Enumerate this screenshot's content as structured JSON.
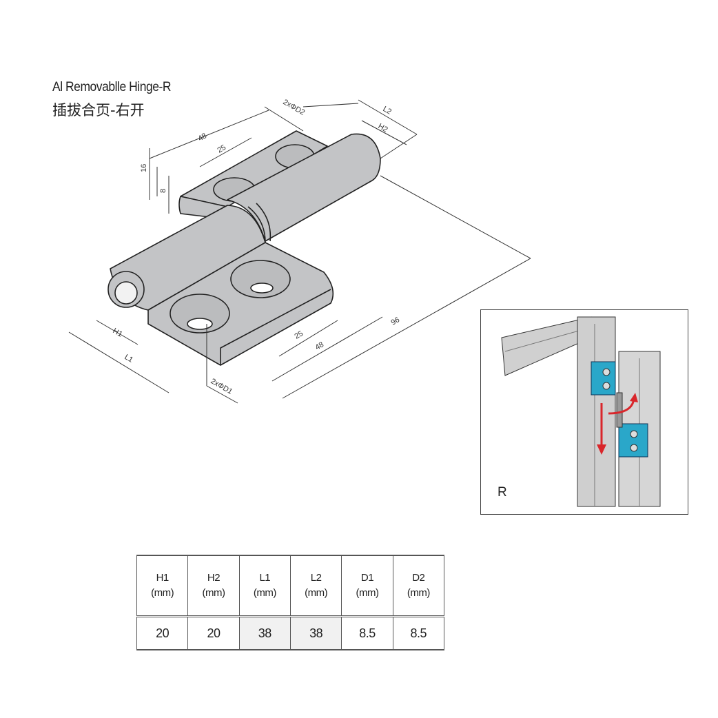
{
  "title": {
    "english": "Al Removablle Hinge-R",
    "chinese": "插拔合页-右开"
  },
  "dimensions": {
    "top_48": "48",
    "top_25": "25",
    "height_16": "16",
    "height_8": "8",
    "hole_d2": "2xΦD2",
    "l2": "L2",
    "h2": "H2",
    "h1": "H1",
    "l1": "L1",
    "bottom_25": "25",
    "bottom_48": "48",
    "length_96": "96",
    "hole_d1": "2xΦD1"
  },
  "inset": {
    "label": "R"
  },
  "table": {
    "headers": [
      {
        "name": "H1",
        "unit": "(mm)"
      },
      {
        "name": "H2",
        "unit": "(mm)"
      },
      {
        "name": "L1",
        "unit": "(mm)"
      },
      {
        "name": "L2",
        "unit": "(mm)"
      },
      {
        "name": "D1",
        "unit": "(mm)"
      },
      {
        "name": "D2",
        "unit": "(mm)"
      }
    ],
    "values": [
      "20",
      "20",
      "38",
      "38",
      "8.5",
      "8.5"
    ]
  },
  "colors": {
    "metal": "#c3c4c6",
    "accent_blue": "#2aa7c9",
    "arrow_red": "#d9262b"
  }
}
